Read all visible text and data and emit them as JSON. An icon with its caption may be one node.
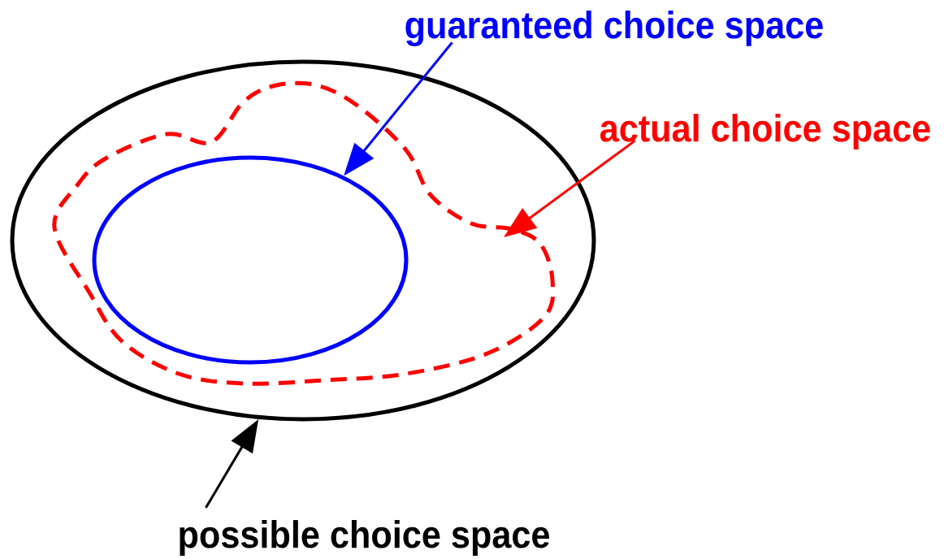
{
  "diagram": {
    "nodes": [
      {
        "text": [
          "guaranteed choice space"
        ]
      },
      {
        "text": [
          "actual choice space"
        ]
      },
      {
        "text": [
          "possible choice space"
        ]
      },
      {
        "text": [],
        "shape": "ellipse"
      },
      {
        "text": [],
        "shape": "blob",
        "in": 3
      },
      {
        "text": [],
        "shape": "ellipse",
        "in": 4
      }
    ],
    "edges": [
      {
        "from": 0,
        "to": 5,
        "arrow": "to",
        "color": "#0000ff"
      },
      {
        "from": 1,
        "to": 4,
        "arrow": "to",
        "color": "#ff0000"
      },
      {
        "from": 2,
        "to": 3,
        "arrow": "to",
        "color": "#000000"
      }
    ]
  }
}
